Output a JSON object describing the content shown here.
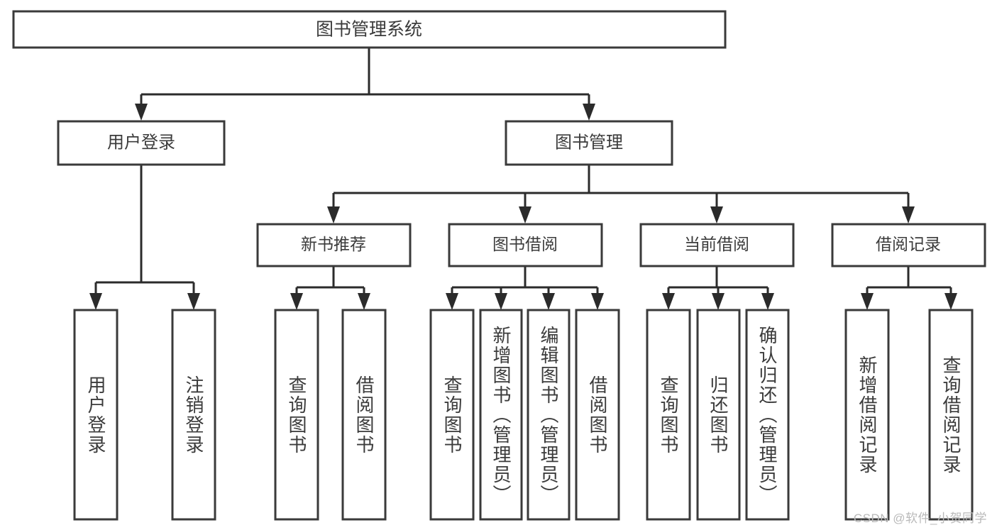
{
  "diagram": {
    "title": "图书管理系统",
    "watermark": "CSDN @软件_小贺同学",
    "type": "tree-hierarchy-diagram",
    "colors": {
      "box_fill": "#ffffff",
      "box_stroke": "#3a3a3a",
      "line": "#2b2b2b",
      "text": "#3b3b3b",
      "watermark": "#b9b9b9",
      "background": "#ffffff"
    },
    "root": {
      "label": "图书管理系统"
    },
    "level2": [
      {
        "label": "用户登录"
      },
      {
        "label": "图书管理"
      }
    ],
    "level3": [
      {
        "label": "新书推荐"
      },
      {
        "label": "图书借阅"
      },
      {
        "label": "当前借阅"
      },
      {
        "label": "借阅记录"
      }
    ],
    "leaves": {
      "user_login": [
        {
          "label": "用户登录"
        },
        {
          "label": "注销登录"
        }
      ],
      "new_book_recommend": [
        {
          "label": "查询图书"
        },
        {
          "label": "借阅图书"
        }
      ],
      "book_borrow": [
        {
          "label": "查询图书"
        },
        {
          "label": "新增图书（管理员）"
        },
        {
          "label": "编辑图书（管理员）"
        },
        {
          "label": "借阅图书"
        }
      ],
      "current_borrow": [
        {
          "label": "查询图书"
        },
        {
          "label": "归还图书"
        },
        {
          "label": "确认归还（管理员）"
        }
      ],
      "borrow_record": [
        {
          "label": "新增借阅记录"
        },
        {
          "label": "查询借阅记录"
        }
      ]
    }
  }
}
